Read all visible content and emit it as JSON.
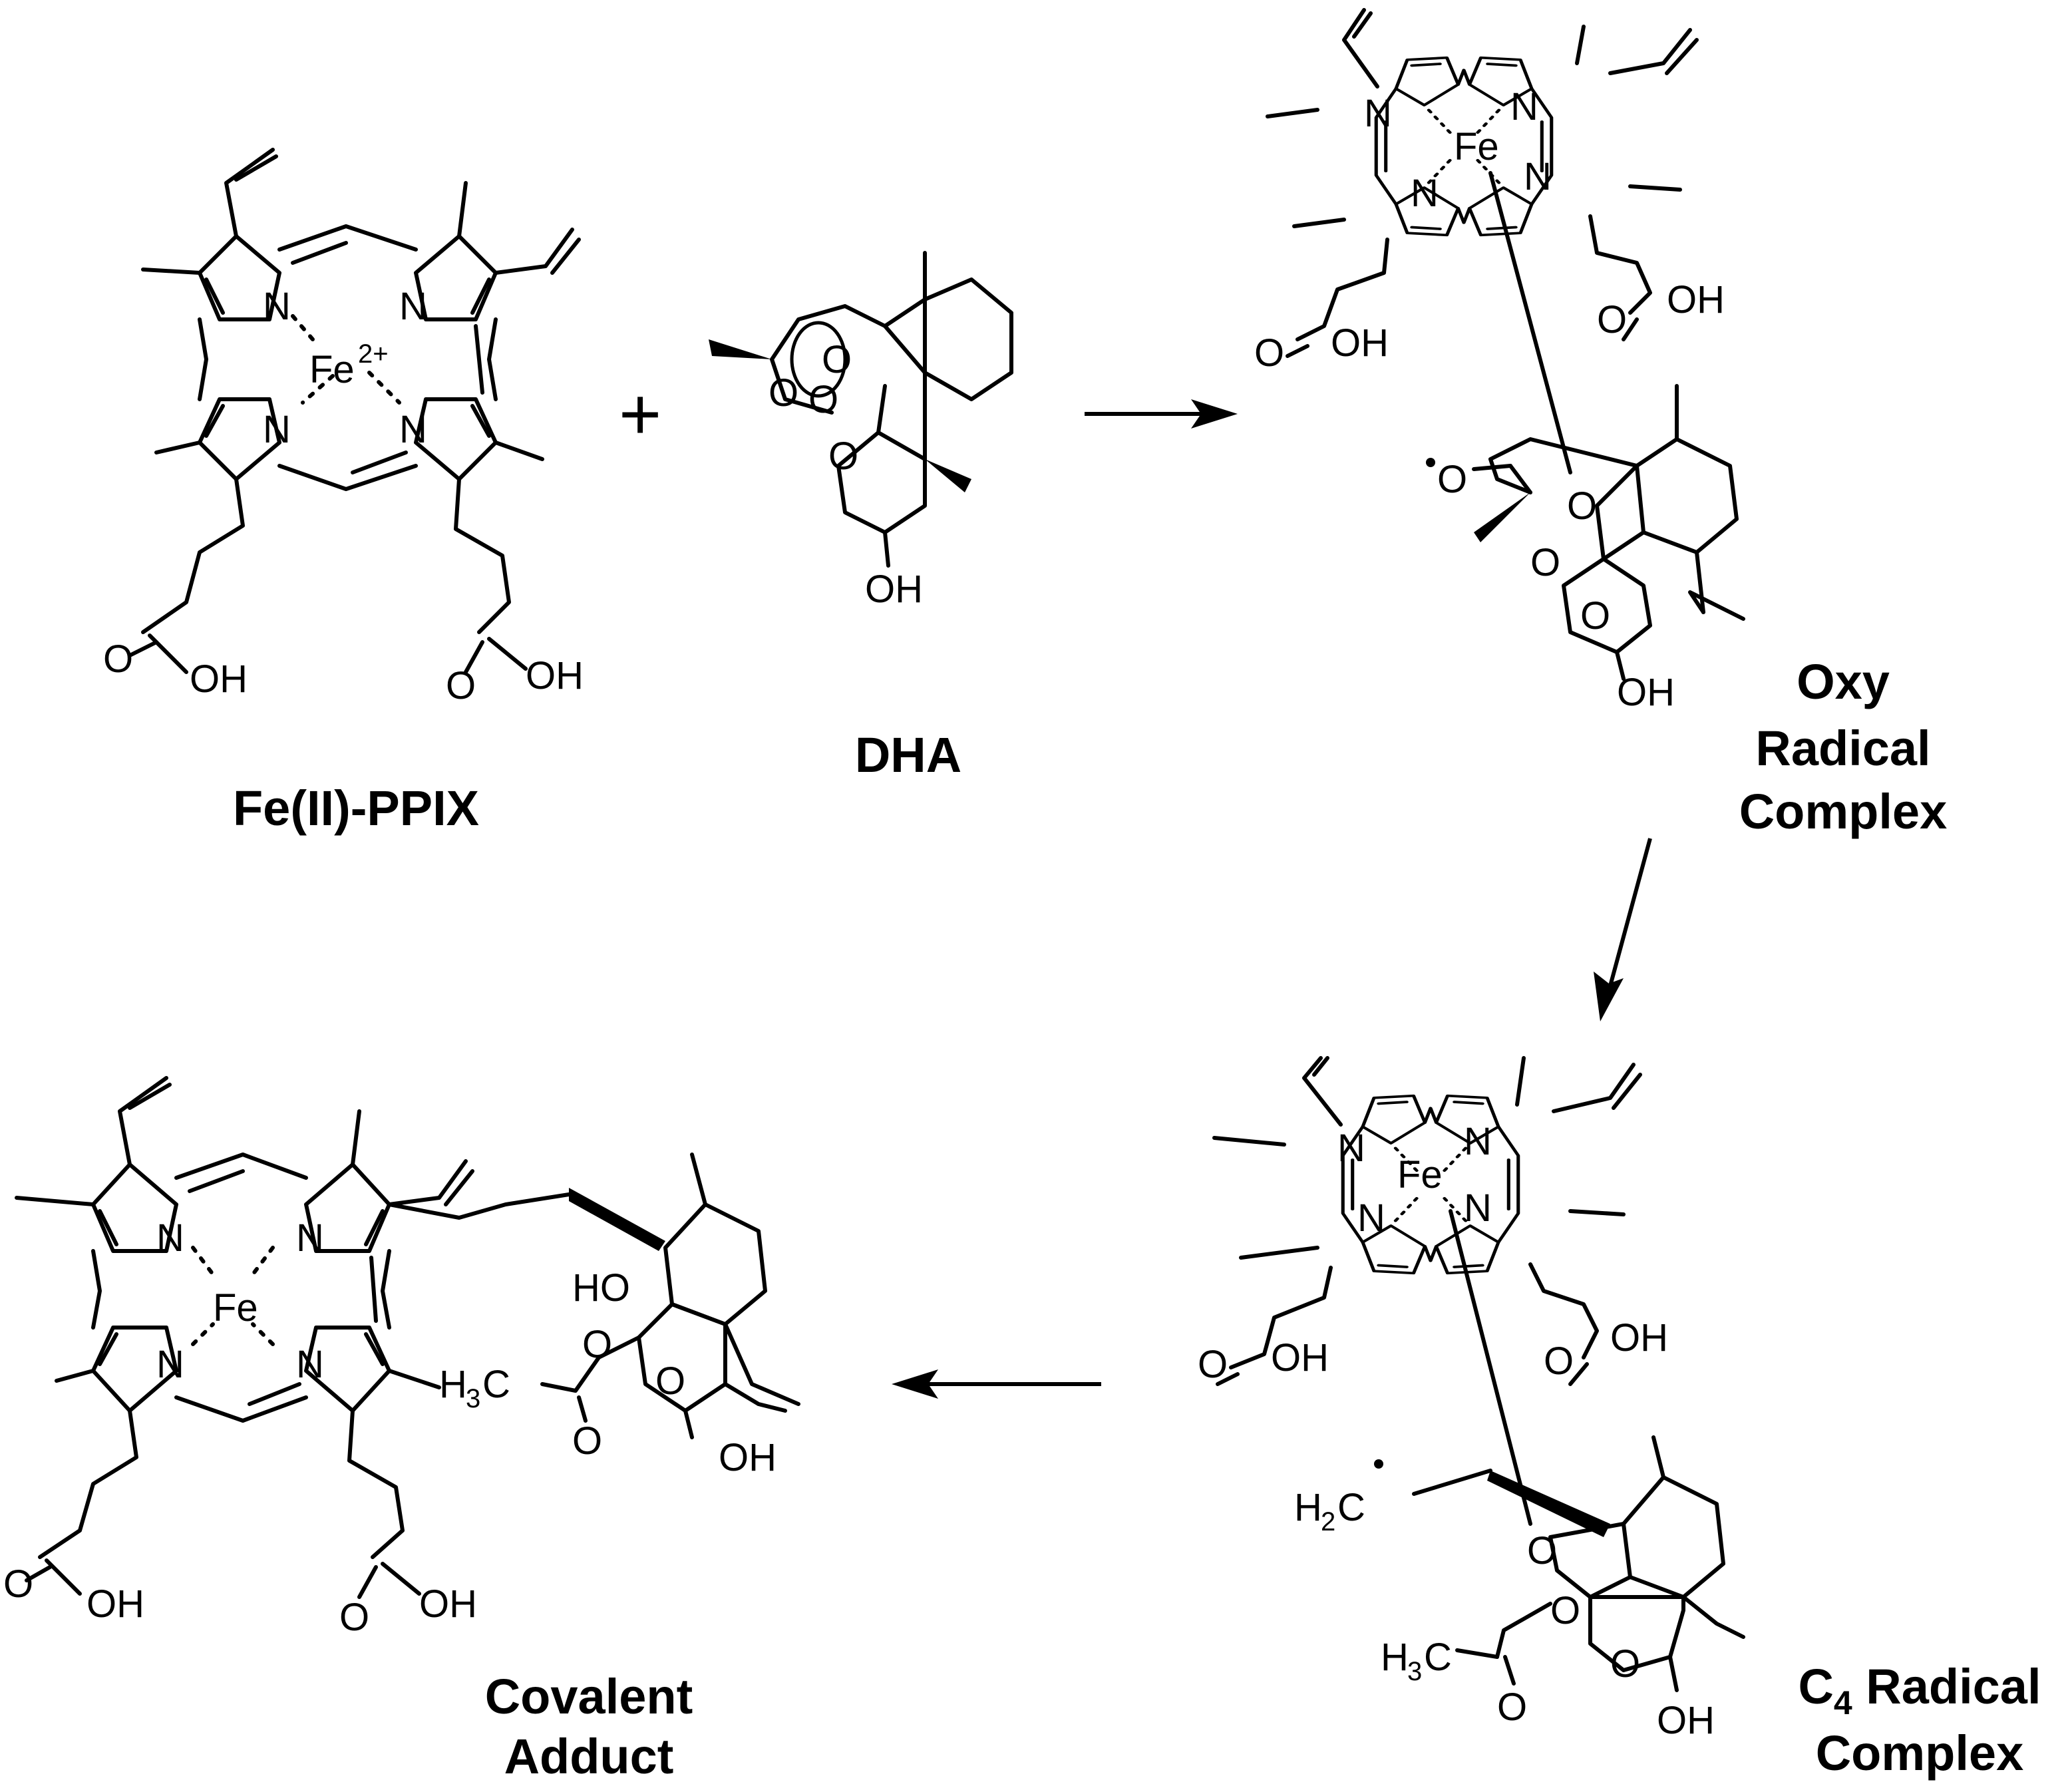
{
  "compounds": {
    "fe_ppix": {
      "name": "Fe(II)-PPIX",
      "metal": "Fe",
      "charge": "2+"
    },
    "dha": {
      "name": "DHA"
    },
    "oxy_radical": {
      "line1": "Oxy",
      "line2": "Radical",
      "line3": "Complex"
    },
    "c4_radical": {
      "prefix": "C",
      "subscript": "4",
      "rest": " Radical",
      "line2": "Complex"
    },
    "covalent_adduct": {
      "line1": "Covalent",
      "line2": "Adduct"
    }
  },
  "atoms": {
    "N": "N",
    "O": "O",
    "Fe": "Fe",
    "OH": "OH",
    "HO": "HO",
    "H": "H",
    "C": "C",
    "two": "2",
    "three": "3"
  },
  "symbols": {
    "plus": "+"
  }
}
